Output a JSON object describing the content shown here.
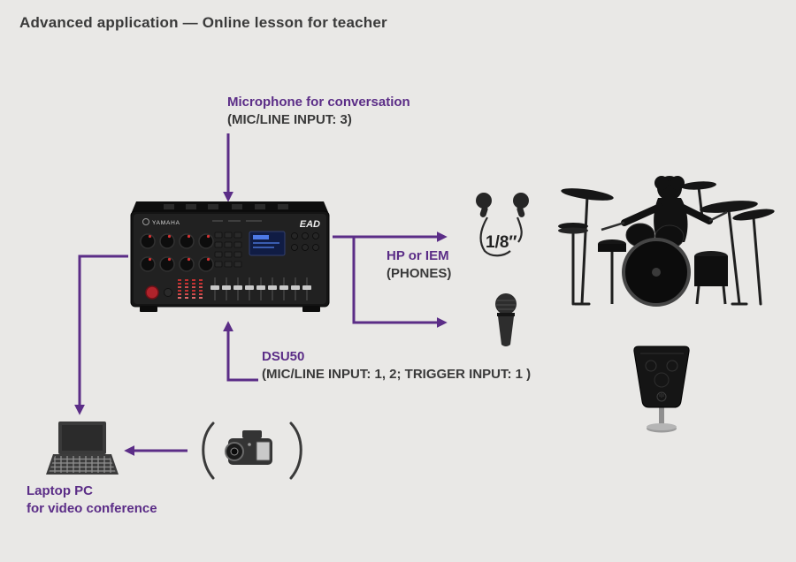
{
  "page": {
    "title": "Advanced application — Online lesson for teacher"
  },
  "colors": {
    "background": "#e9e8e6",
    "accent_purple": "#5b2d87",
    "text_dark": "#3a3a3a"
  },
  "labels": {
    "mic_conversation": {
      "title": "Microphone for conversation",
      "subtitle": "(MIC/LINE INPUT: 3)"
    },
    "hp_iem": {
      "title": "HP or IEM",
      "subtitle": "(PHONES)"
    },
    "dsu50": {
      "title": "DSU50",
      "subtitle": "(MIC/LINE INPUT: 1, 2; TRIGGER INPUT: 1 )"
    },
    "laptop": {
      "title": "Laptop PC",
      "subtitle": "for video conference"
    },
    "jack_size": "1/8″"
  },
  "device": {
    "brand": "YAMAHA",
    "logo": "EAD"
  },
  "icons": {
    "earbuds": "earbuds-icon",
    "microphone": "microphone-icon",
    "laptop": "laptop-icon",
    "video_camera": "video-camera-icon",
    "drum_trigger": "dsu50-sensor",
    "drummer": "drummer-illustration",
    "mixer": "ead10-device"
  },
  "connections": [
    {
      "from": "conversation-microphone",
      "to": "ead10-device"
    },
    {
      "from": "ead10-device",
      "to": "headphones-or-iem"
    },
    {
      "from": "ead10-device",
      "to": "vocal-microphone"
    },
    {
      "from": "dsu50-sensor",
      "to": "ead10-device"
    },
    {
      "from": "ead10-device",
      "to": "laptop-pc"
    },
    {
      "from": "video-camera",
      "to": "laptop-pc"
    }
  ]
}
